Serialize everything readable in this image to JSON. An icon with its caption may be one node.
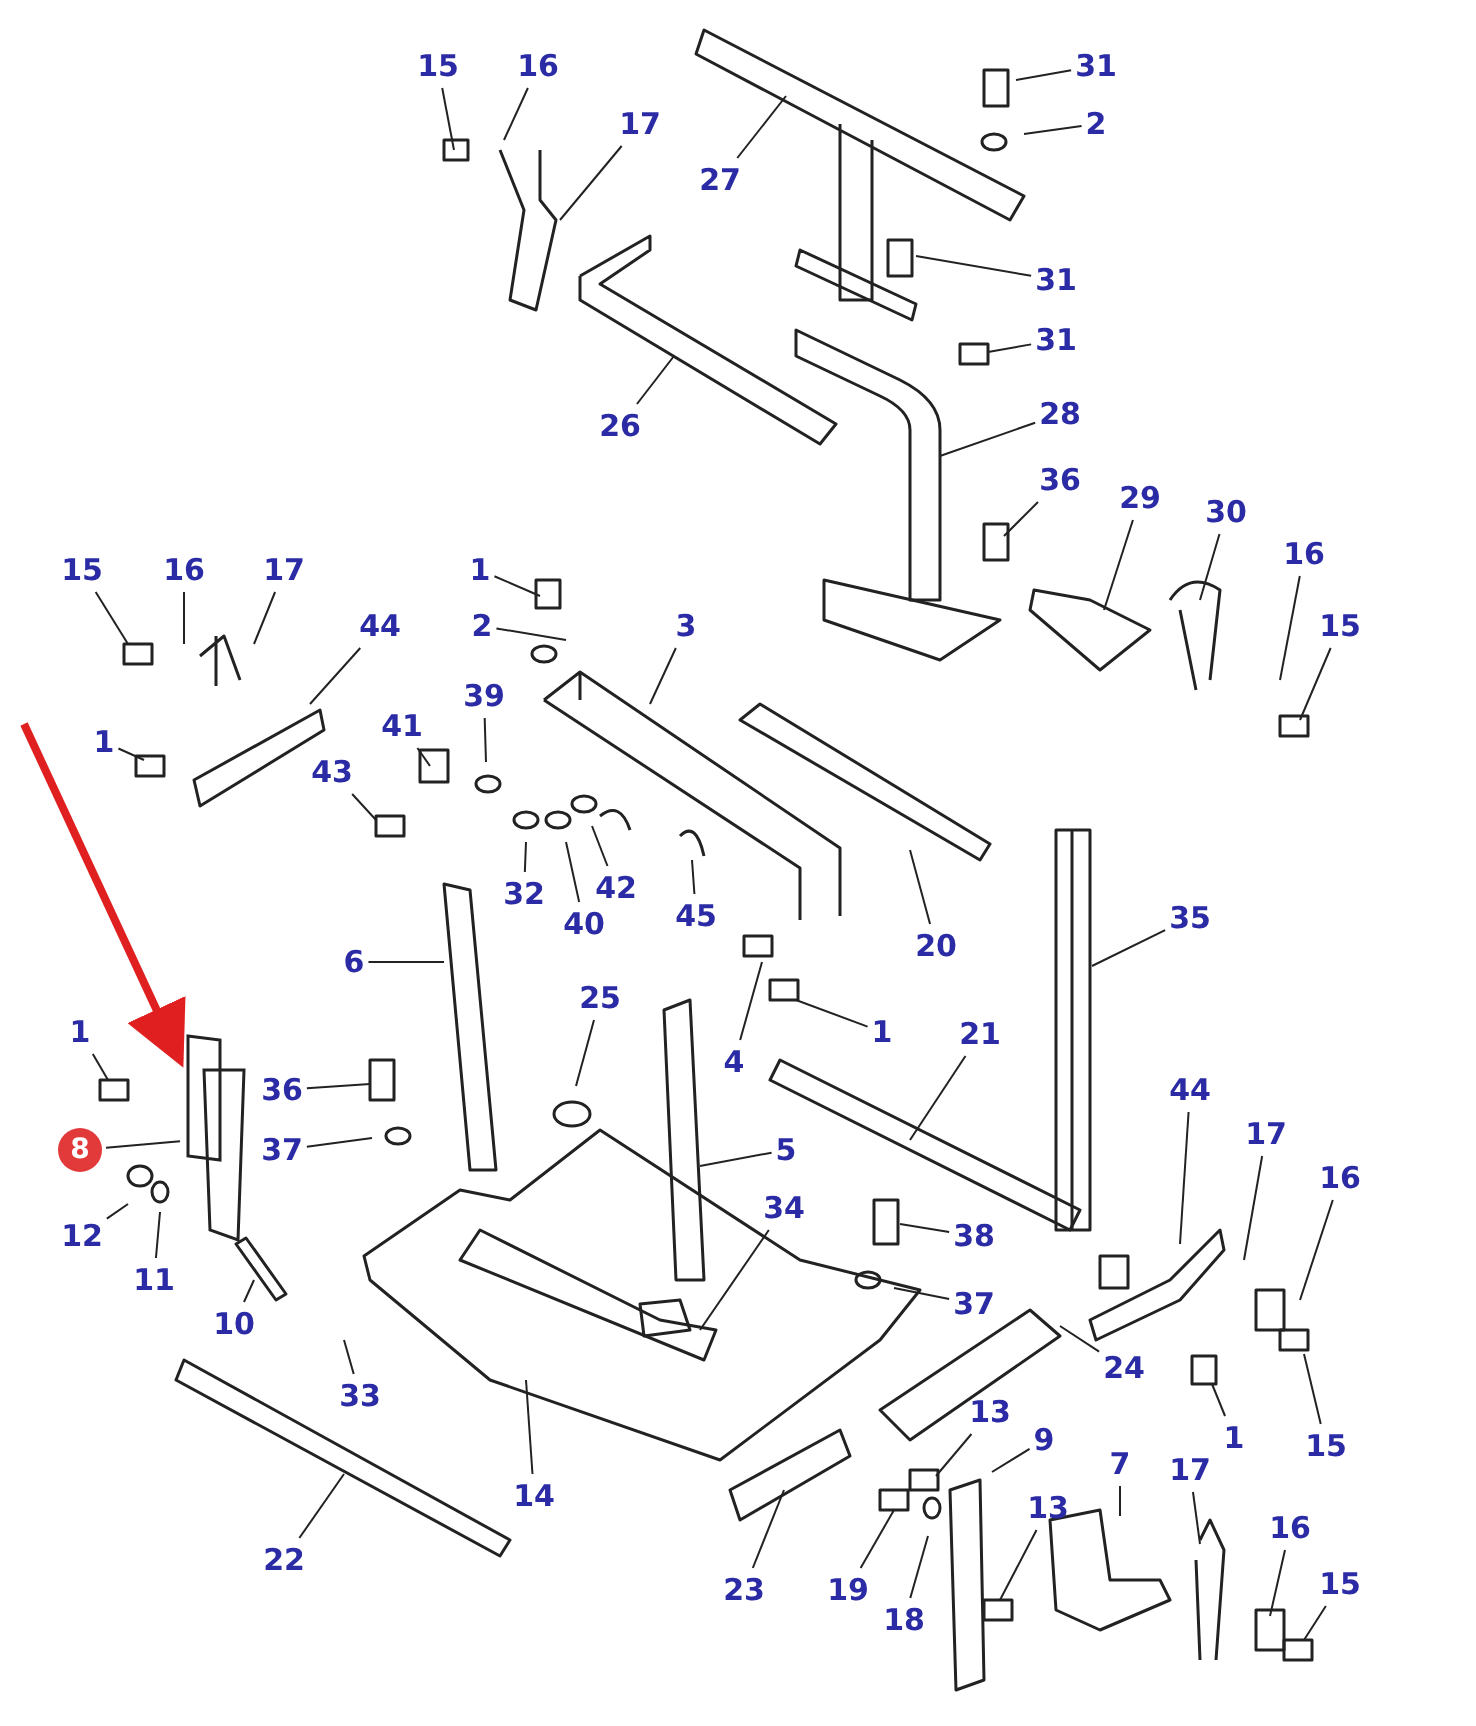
{
  "diagram": {
    "nodes": [
      {
        "text": [
          "15"
        ]
      },
      {
        "text": [
          "16"
        ]
      },
      {
        "text": [
          "17"
        ]
      },
      {
        "text": [
          "31"
        ]
      },
      {
        "text": [
          "2"
        ]
      },
      {
        "text": [
          "27"
        ]
      },
      {
        "text": [
          "31"
        ]
      },
      {
        "text": [
          "31"
        ]
      },
      {
        "text": [
          "26"
        ]
      },
      {
        "text": [
          "28"
        ]
      },
      {
        "text": [
          "36"
        ]
      },
      {
        "text": [
          "29"
        ]
      },
      {
        "text": [
          "30"
        ]
      },
      {
        "text": [
          "16"
        ]
      },
      {
        "text": [
          "15"
        ]
      },
      {
        "text": [
          "15"
        ]
      },
      {
        "text": [
          "16"
        ]
      },
      {
        "text": [
          "17"
        ]
      },
      {
        "text": [
          "44"
        ]
      },
      {
        "text": [
          "1"
        ]
      },
      {
        "text": [
          "2"
        ]
      },
      {
        "text": [
          "3"
        ]
      },
      {
        "text": [
          "39"
        ]
      },
      {
        "text": [
          "41"
        ]
      },
      {
        "text": [
          "1"
        ]
      },
      {
        "text": [
          "43"
        ]
      },
      {
        "text": [
          "32"
        ]
      },
      {
        "text": [
          "40"
        ]
      },
      {
        "text": [
          "42"
        ]
      },
      {
        "text": [
          "45"
        ]
      },
      {
        "text": [
          "20"
        ]
      },
      {
        "text": [
          "35"
        ]
      },
      {
        "text": [
          "6"
        ]
      },
      {
        "text": [
          "4"
        ]
      },
      {
        "text": [
          "1"
        ]
      },
      {
        "text": [
          "25"
        ]
      },
      {
        "text": [
          "21"
        ]
      },
      {
        "text": [
          "1"
        ]
      },
      {
        "text": [
          "8"
        ]
      },
      {
        "text": [
          "36"
        ]
      },
      {
        "text": [
          "37"
        ]
      },
      {
        "text": [
          "5"
        ]
      },
      {
        "text": [
          "44"
        ]
      },
      {
        "text": [
          "17"
        ]
      },
      {
        "text": [
          "16"
        ]
      },
      {
        "text": [
          "12"
        ]
      },
      {
        "text": [
          "38"
        ]
      },
      {
        "text": [
          "34"
        ]
      },
      {
        "text": [
          "11"
        ]
      },
      {
        "text": [
          "37"
        ]
      },
      {
        "text": [
          "24"
        ]
      },
      {
        "text": [
          "10"
        ]
      },
      {
        "text": [
          "1"
        ]
      },
      {
        "text": [
          "15"
        ]
      },
      {
        "text": [
          "33"
        ]
      },
      {
        "text": [
          "13"
        ]
      },
      {
        "text": [
          "9"
        ]
      },
      {
        "text": [
          "14"
        ]
      },
      {
        "text": [
          "13"
        ]
      },
      {
        "text": [
          "7"
        ]
      },
      {
        "text": [
          "17"
        ]
      },
      {
        "text": [
          "16"
        ]
      },
      {
        "text": [
          "22"
        ]
      },
      {
        "text": [
          "19"
        ]
      },
      {
        "text": [
          "18"
        ]
      },
      {
        "text": [
          "23"
        ]
      },
      {
        "text": [
          "15"
        ]
      },
      {
        "text": [],
        "shape": "picture"
      }
    ],
    "edges": [
      {
        "from": 0,
        "to": null,
        "arrow": "none"
      },
      {
        "from": 1,
        "to": null,
        "arrow": "none"
      },
      {
        "from": 2,
        "to": null,
        "arrow": "none"
      },
      {
        "from": 3,
        "to": null,
        "arrow": "none"
      },
      {
        "from": 4,
        "to": null,
        "arrow": "none"
      },
      {
        "from": 5,
        "to": null,
        "arrow": "none"
      },
      {
        "from": 6,
        "to": null,
        "arrow": "none"
      },
      {
        "from": 7,
        "to": null,
        "arrow": "none"
      },
      {
        "from": 8,
        "to": null,
        "arrow": "none"
      },
      {
        "from": 9,
        "to": null,
        "arrow": "none"
      },
      {
        "from": 10,
        "to": null,
        "arrow": "none"
      },
      {
        "from": 11,
        "to": null,
        "arrow": "none"
      },
      {
        "from": 12,
        "to": null,
        "arrow": "none"
      },
      {
        "from": 13,
        "to": null,
        "arrow": "none"
      },
      {
        "from": 14,
        "to": null,
        "arrow": "none"
      },
      {
        "from": 15,
        "to": null,
        "arrow": "none"
      },
      {
        "from": 16,
        "to": null,
        "arrow": "none"
      },
      {
        "from": 17,
        "to": null,
        "arrow": "none"
      },
      {
        "from": 18,
        "to": null,
        "arrow": "none"
      },
      {
        "from": 19,
        "to": null,
        "arrow": "none"
      },
      {
        "from": 20,
        "to": null,
        "arrow": "none"
      },
      {
        "from": 21,
        "to": null,
        "arrow": "none"
      },
      {
        "from": 22,
        "to": null,
        "arrow": "none"
      },
      {
        "from": 23,
        "to": null,
        "arrow": "none"
      },
      {
        "from": 24,
        "to": null,
        "arrow": "none"
      },
      {
        "from": 25,
        "to": null,
        "arrow": "none"
      },
      {
        "from": 26,
        "to": null,
        "arrow": "none"
      },
      {
        "from": 27,
        "to": null,
        "arrow": "none"
      },
      {
        "from": 28,
        "to": null,
        "arrow": "none"
      },
      {
        "from": 29,
        "to": null,
        "arrow": "none"
      },
      {
        "from": 30,
        "to": null,
        "arrow": "none"
      },
      {
        "from": 31,
        "to": null,
        "arrow": "none"
      },
      {
        "from": 32,
        "to": null,
        "arrow": "none"
      },
      {
        "from": 33,
        "to": null,
        "arrow": "none"
      },
      {
        "from": 34,
        "to": null,
        "arrow": "none"
      },
      {
        "from": 35,
        "to": null,
        "arrow": "none"
      },
      {
        "from": 36,
        "to": null,
        "arrow": "none"
      },
      {
        "from": 37,
        "to": null,
        "arrow": "none"
      },
      {
        "from": 38,
        "to": 67,
        "arrow": "none"
      },
      {
        "from": 39,
        "to": null,
        "arrow": "none"
      },
      {
        "from": 40,
        "to": null,
        "arrow": "none"
      },
      {
        "from": 41,
        "to": null,
        "arrow": "none"
      },
      {
        "from": 42,
        "to": null,
        "arrow": "none"
      },
      {
        "from": 43,
        "to": null,
        "arrow": "none"
      },
      {
        "from": 44,
        "to": null,
        "arrow": "none"
      },
      {
        "from": 45,
        "to": null,
        "arrow": "none"
      },
      {
        "from": 46,
        "to": null,
        "arrow": "none"
      },
      {
        "from": 47,
        "to": null,
        "arrow": "none"
      },
      {
        "from": 48,
        "to": null,
        "arrow": "none"
      },
      {
        "from": 49,
        "to": null,
        "arrow": "none"
      },
      {
        "from": 50,
        "to": null,
        "arrow": "none"
      },
      {
        "from": 51,
        "to": null,
        "arrow": "none"
      },
      {
        "from": 52,
        "to": null,
        "arrow": "none"
      },
      {
        "from": 53,
        "to": null,
        "arrow": "none"
      },
      {
        "from": 54,
        "to": null,
        "arrow": "none"
      },
      {
        "from": 55,
        "to": null,
        "arrow": "none"
      },
      {
        "from": 56,
        "to": null,
        "arrow": "none"
      },
      {
        "from": 57,
        "to": null,
        "arrow": "none"
      },
      {
        "from": 58,
        "to": null,
        "arrow": "none"
      },
      {
        "from": 59,
        "to": null,
        "arrow": "none"
      },
      {
        "from": 60,
        "to": null,
        "arrow": "none"
      },
      {
        "from": 61,
        "to": null,
        "arrow": "none"
      },
      {
        "from": 62,
        "to": null,
        "arrow": "none"
      },
      {
        "from": 63,
        "to": null,
        "arrow": "none"
      },
      {
        "from": 64,
        "to": null,
        "arrow": "none"
      },
      {
        "from": 65,
        "to": null,
        "arrow": "none"
      },
      {
        "from": 66,
        "to": null,
        "arrow": "none"
      },
      {
        "from": null,
        "to": 67,
        "arrow": "to",
        "style": "thick",
        "color": "#e02020"
      }
    ]
  }
}
